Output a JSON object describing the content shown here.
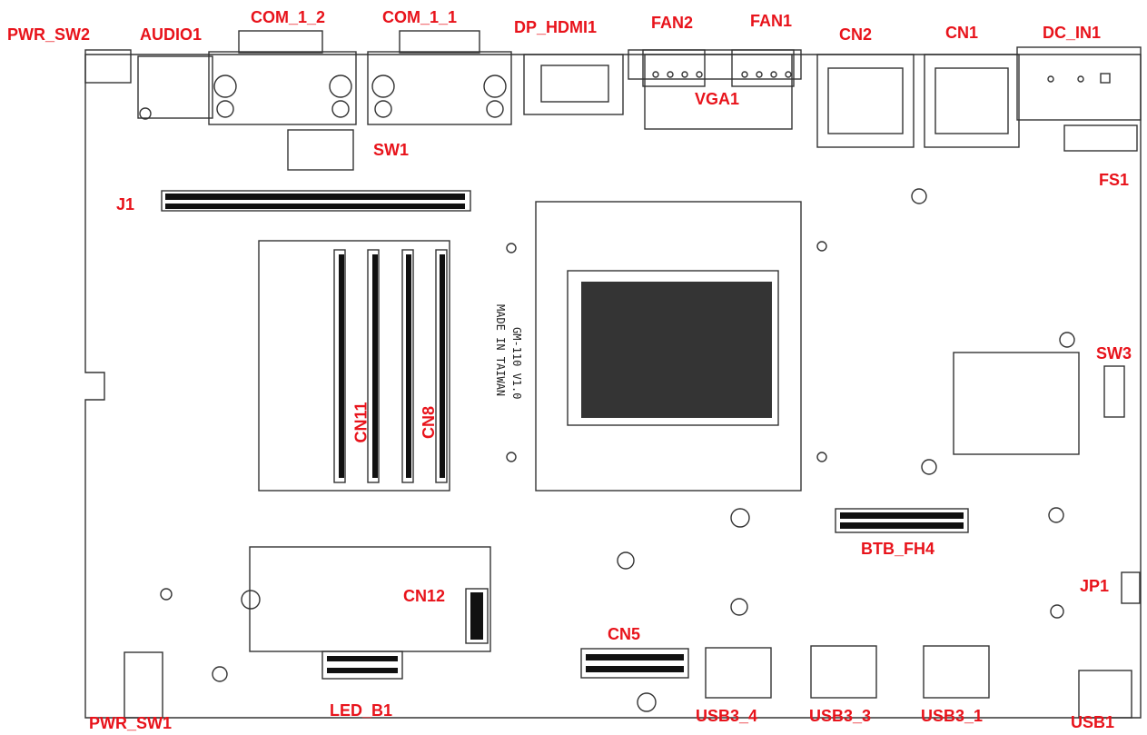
{
  "board": {
    "silkscreen_model": "GM-110 V1.0",
    "silkscreen_origin": "MADE IN TAIWAN"
  },
  "labels": {
    "pwr_sw2": "PWR_SW2",
    "audio1": "AUDIO1",
    "com_1_2": "COM_1_2",
    "com_1_1": "COM_1_1",
    "dp_hdmi1": "DP_HDMI1",
    "fan2": "FAN2",
    "fan1": "FAN1",
    "vga1": "VGA1",
    "cn2": "CN2",
    "cn1": "CN1",
    "dc_in1": "DC_IN1",
    "sw1": "SW1",
    "fs1": "FS1",
    "j1": "J1",
    "sw3": "SW3",
    "cn11": "CN11",
    "cn8": "CN8",
    "btb_fh4": "BTB_FH4",
    "cn12": "CN12",
    "jp1": "JP1",
    "cn5": "CN5",
    "pwr_sw1": "PWR_SW1",
    "led_b1": "LED_B1",
    "usb3_4": "USB3_4",
    "usb3_3": "USB3_3",
    "usb3_1": "USB3_1",
    "usb1": "USB1"
  },
  "colors": {
    "label": "#e8131b",
    "outline": "#333333",
    "fill_dark": "#111111",
    "fill_light": "#f4f4f4"
  }
}
